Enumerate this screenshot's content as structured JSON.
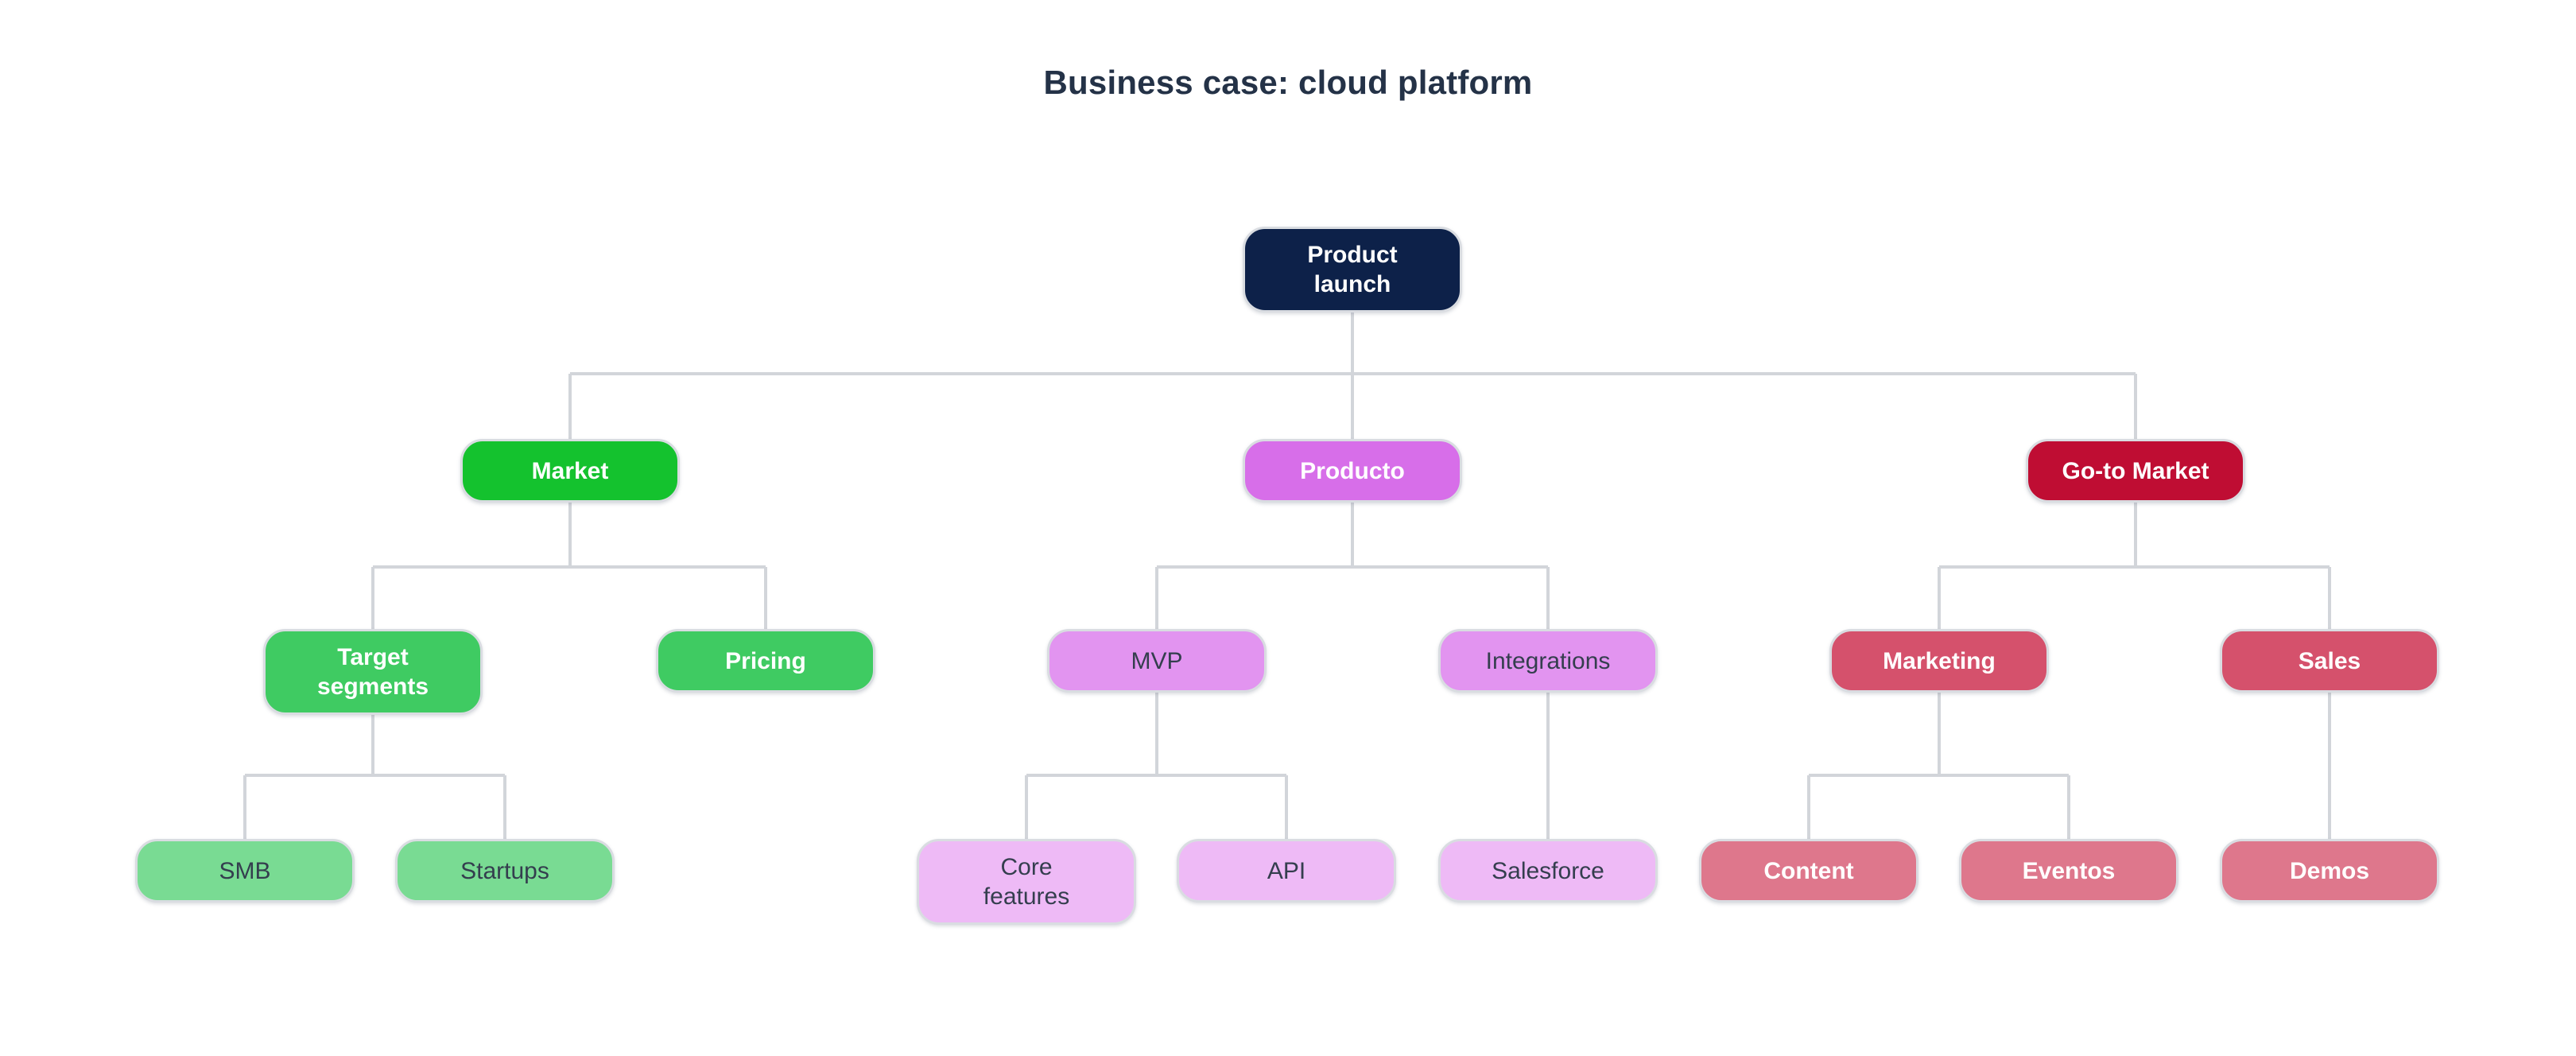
{
  "title": "Business case: cloud platform",
  "palette": {
    "background": "#ffffff",
    "connector": "#d2d5da",
    "title_text": "#243247",
    "light_text": "#ffffff",
    "dark_text": "#343e4e",
    "root_fill": "#0d2149",
    "market_fill": "#14c22e",
    "market_child_fill": "#3fcb62",
    "market_leaf_fill": "#79db93",
    "product_fill": "#d76ee9",
    "product_child_fill": "#e294f0",
    "product_leaf_fill": "#eebaf6",
    "gtm_fill": "#bf0d33",
    "gtm_child_fill": "#d5516c",
    "gtm_leaf_fill": "#de778c"
  },
  "nodes": {
    "product_launch": {
      "label": "Product\nlaunch",
      "children": [
        "market",
        "producto",
        "go_to_market"
      ]
    },
    "market": {
      "label": "Market",
      "children": [
        "target_segments",
        "pricing"
      ]
    },
    "producto": {
      "label": "Producto",
      "children": [
        "mvp",
        "integrations"
      ]
    },
    "go_to_market": {
      "label": "Go-to Market",
      "children": [
        "marketing",
        "sales"
      ]
    },
    "target_segments": {
      "label": "Target\nsegments",
      "children": [
        "smb",
        "startups"
      ]
    },
    "pricing": {
      "label": "Pricing",
      "children": []
    },
    "mvp": {
      "label": "MVP",
      "children": [
        "core_features",
        "api"
      ]
    },
    "integrations": {
      "label": "Integrations",
      "children": [
        "salesforce"
      ]
    },
    "marketing": {
      "label": "Marketing",
      "children": [
        "content",
        "eventos"
      ]
    },
    "sales": {
      "label": "Sales",
      "children": [
        "demos"
      ]
    },
    "smb": {
      "label": "SMB",
      "children": []
    },
    "startups": {
      "label": "Startups",
      "children": []
    },
    "core_features": {
      "label": "Core\nfeatures",
      "children": []
    },
    "api": {
      "label": "API",
      "children": []
    },
    "salesforce": {
      "label": "Salesforce",
      "children": []
    },
    "content": {
      "label": "Content",
      "children": []
    },
    "eventos": {
      "label": "Eventos",
      "children": []
    },
    "demos": {
      "label": "Demos",
      "children": []
    }
  }
}
